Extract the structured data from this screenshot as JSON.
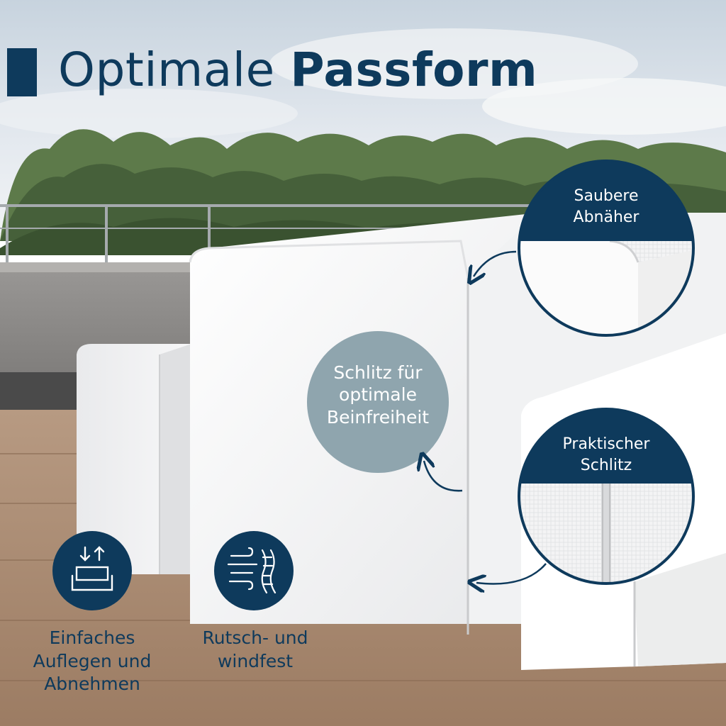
{
  "headline": {
    "light": "Optimale",
    "bold": "Passform"
  },
  "callouts": {
    "darts": "Saubere\nAbnäher",
    "leg_slit": "Schlitz für\noptimale\nBeinfreiheit",
    "practical_slit": "Praktischer\nSchlitz"
  },
  "features": [
    {
      "icon": "place-remove-icon",
      "label": "Einfaches\nAuflegen und\nAbnehmen"
    },
    {
      "icon": "wind-resistant-icon",
      "label": "Rutsch- und\nwindfest"
    }
  ],
  "colors": {
    "brand_navy": "#0e3a5c",
    "callout_slate": "#8fa5ae"
  }
}
